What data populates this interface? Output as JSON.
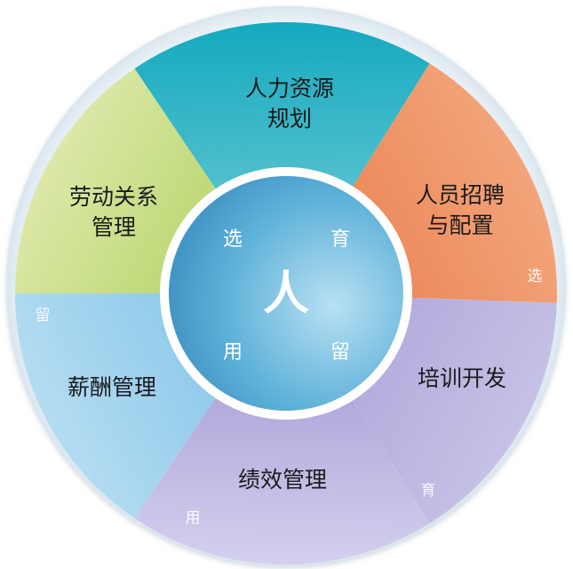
{
  "center": {
    "label": "人",
    "sub_labels": [
      "选",
      "育",
      "用",
      "留"
    ]
  },
  "segments": [
    {
      "id": "planning",
      "lines": [
        "人力资源",
        "规划"
      ],
      "color_outer": "#15a9bf",
      "color_inner": "#78cfd8"
    },
    {
      "id": "recruitment",
      "lines": [
        "人员招聘",
        "与配置"
      ],
      "color_outer": "#f3a47a",
      "color_inner": "#e77c49"
    },
    {
      "id": "training",
      "lines": [
        "培训开发"
      ],
      "color_outer": "#c6c1e6",
      "color_inner": "#a99ed6"
    },
    {
      "id": "performance",
      "lines": [
        "绩效管理"
      ],
      "color_outer": "#d4d0ee",
      "color_inner": "#9c91cf"
    },
    {
      "id": "salary",
      "lines": [
        "薪酬管理"
      ],
      "color_outer": "#b4dcf1",
      "color_inner": "#79c0e8"
    },
    {
      "id": "labor",
      "lines": [
        "劳动关系",
        "管理"
      ],
      "color_outer": "#dce8a8",
      "color_inner": "#a9cf55"
    }
  ],
  "corner_tags": {
    "recruitment": "选",
    "training": "育",
    "performance": "用",
    "salary": "留"
  },
  "colors": {
    "ring": "#e6eef4",
    "hub": "#4aa3cf",
    "hub_light": "#a8d6ee"
  }
}
